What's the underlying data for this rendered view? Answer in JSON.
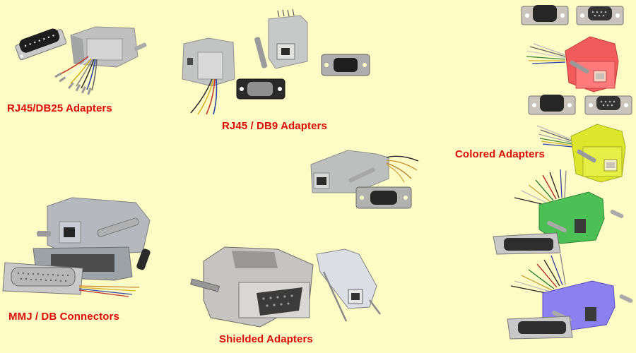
{
  "page": {
    "background": "#fefbc4",
    "label_color": "#dd0a0a"
  },
  "categories": [
    {
      "id": "rj45-db25",
      "label": "RJ45/DB25 Adapters"
    },
    {
      "id": "rj45-db9",
      "label": "RJ45 / DB9 Adapters"
    },
    {
      "id": "colored",
      "label": "Colored Adapters"
    },
    {
      "id": "mmj-db",
      "label": "MMJ / DB Connectors"
    },
    {
      "id": "shielded",
      "label": "Shielded Adapters"
    }
  ],
  "colored_variants": [
    {
      "name": "red",
      "color": "#f05a5a"
    },
    {
      "name": "yellow",
      "color": "#dbe62c"
    },
    {
      "name": "green",
      "color": "#46b84a"
    },
    {
      "name": "purple",
      "color": "#8a80f0"
    }
  ],
  "housing_colors": {
    "gray": "#b9bcbb",
    "gray_dark": "#8f9392",
    "metal": "#d4d4d4",
    "metal_dark": "#7a7a7a",
    "connector_black": "#2a2a2a"
  }
}
